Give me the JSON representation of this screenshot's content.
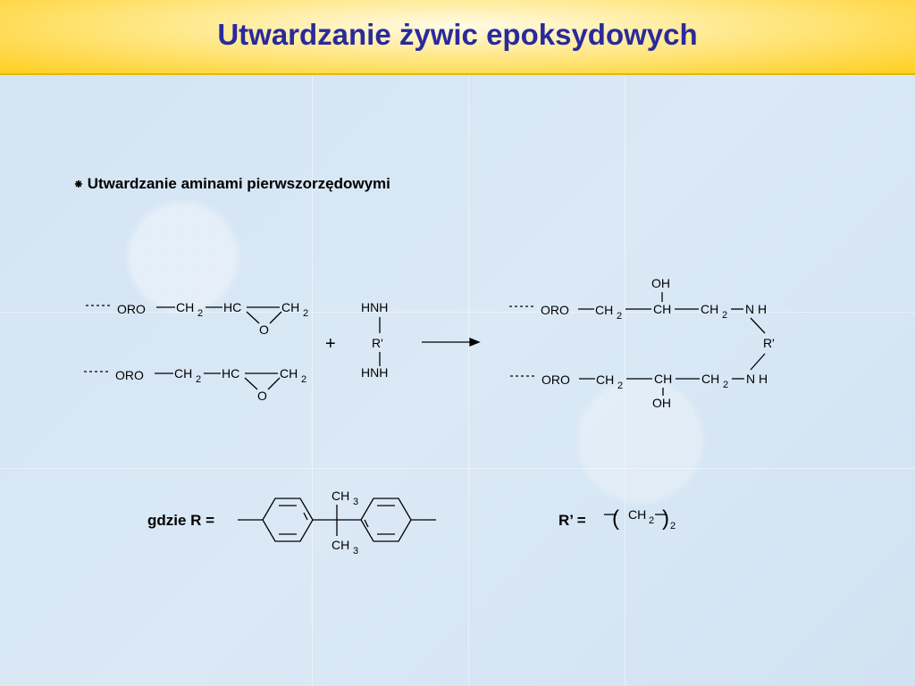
{
  "title": "Utwardzanie żywic epoksydowych",
  "bullet": "⁕",
  "subtitle": "Utwardzanie aminami pierwszorzędowymi",
  "labels": {
    "oro": "ORO",
    "ch2": "CH",
    "two": "2",
    "hc": "HC",
    "o": "O",
    "hnh": "HNH",
    "rprime": "R'",
    "plus": "+",
    "oh": "OH",
    "ch": "CH",
    "n": "N",
    "h": "H",
    "ch3": "CH",
    "three": "3",
    "gdzie": "gdzie R =",
    "rprime_def": "R’ =",
    "paren_open": "(",
    "paren_close": ")"
  }
}
